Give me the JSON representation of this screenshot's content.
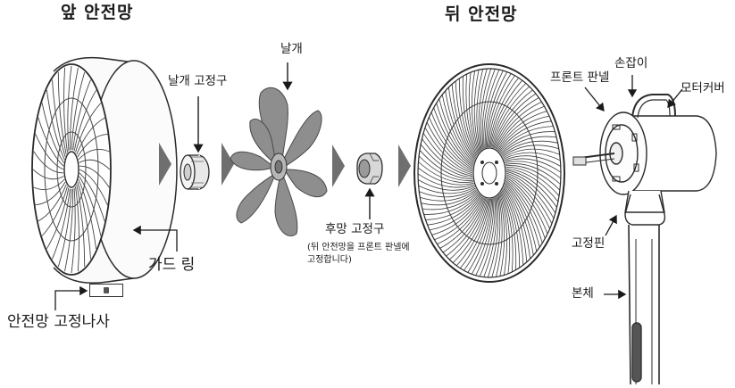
{
  "titles": {
    "front_guard": "앞 안전망",
    "rear_guard": "뒤 안전망"
  },
  "labels": {
    "blade": "날개",
    "blade_fixture": "날개 고정구",
    "guard_ring": "가드 링",
    "guard_fixing_screw": "안전망 고정나사",
    "rear_guard_fixture": "후망 고정구",
    "rear_guard_fixture_note_1": "(뒤 안전망을 프론트 판넬에",
    "rear_guard_fixture_note_2": "고정합니다)",
    "front_panel": "프론트 판넬",
    "handle": "손잡이",
    "motor_cover": "모터커버",
    "fixing_pin": "고정핀",
    "body": "본체"
  },
  "colors": {
    "line": "#2b2b2b",
    "blade_fill": "#8e8e8e",
    "arrow_fill": "#6f6f6f"
  },
  "icons": [
    "flow-arrow-icon",
    "screw-icon",
    "pointer-arrow-icon"
  ]
}
